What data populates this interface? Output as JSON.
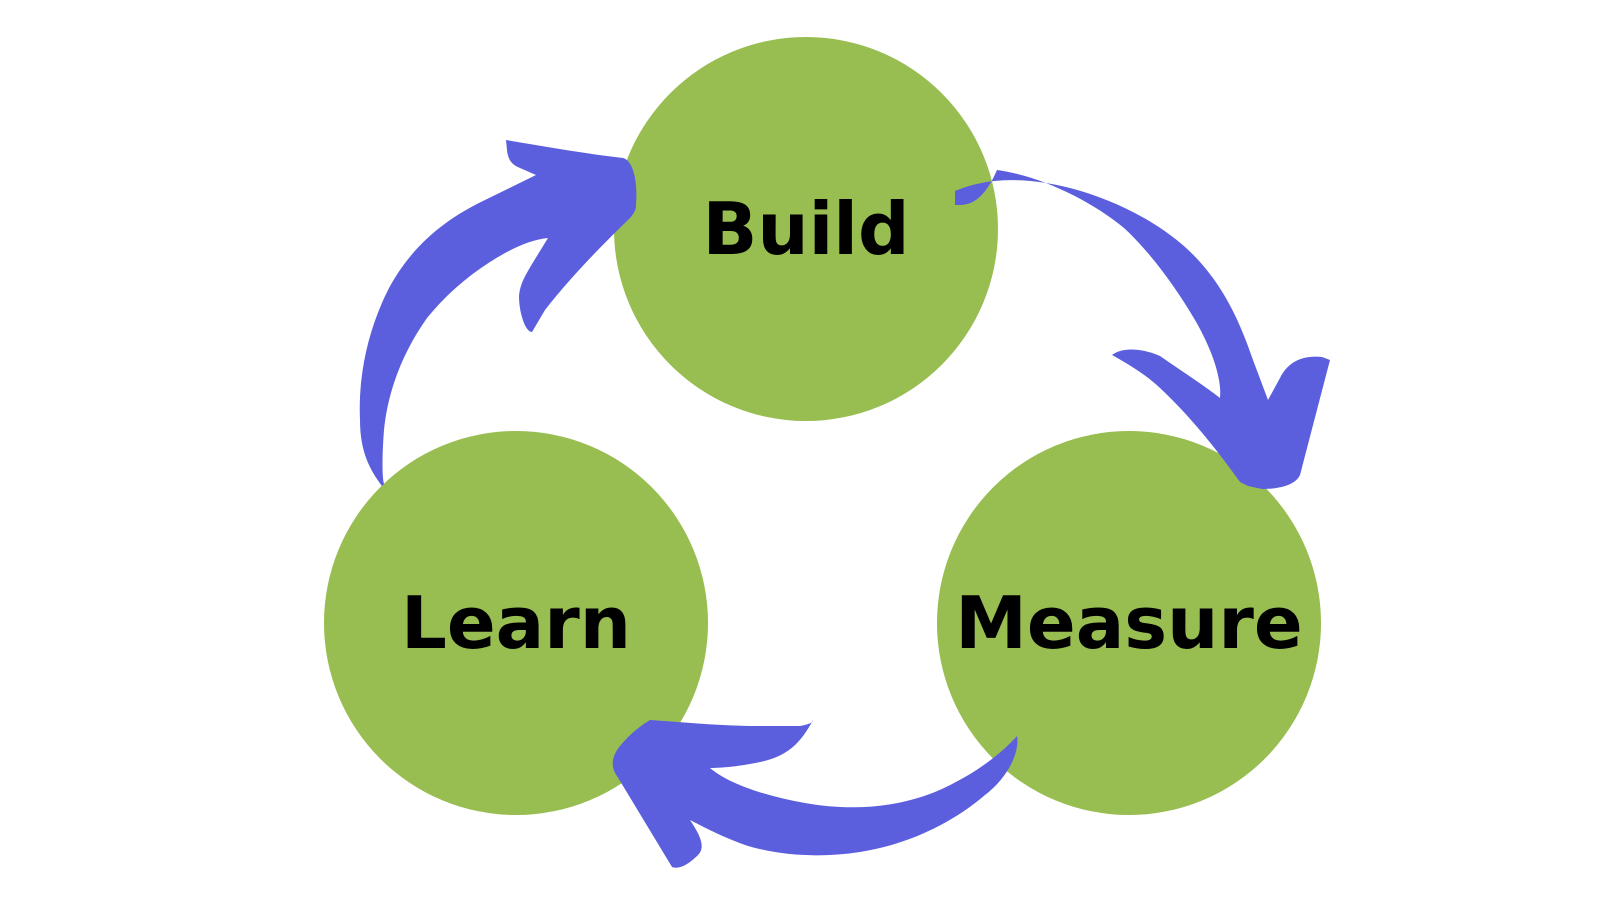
{
  "colors": {
    "background": "#ffffff",
    "node_fill": "#98bd51",
    "arrow_fill": "#5b5fde",
    "label_text": "#000000"
  },
  "nodes": [
    {
      "id": "build",
      "label": "Build"
    },
    {
      "id": "measure",
      "label": "Measure"
    },
    {
      "id": "learn",
      "label": "Learn"
    }
  ],
  "arrows": [
    {
      "from": "Build",
      "to": "Measure"
    },
    {
      "from": "Measure",
      "to": "Learn"
    },
    {
      "from": "Learn",
      "to": "Build"
    }
  ]
}
